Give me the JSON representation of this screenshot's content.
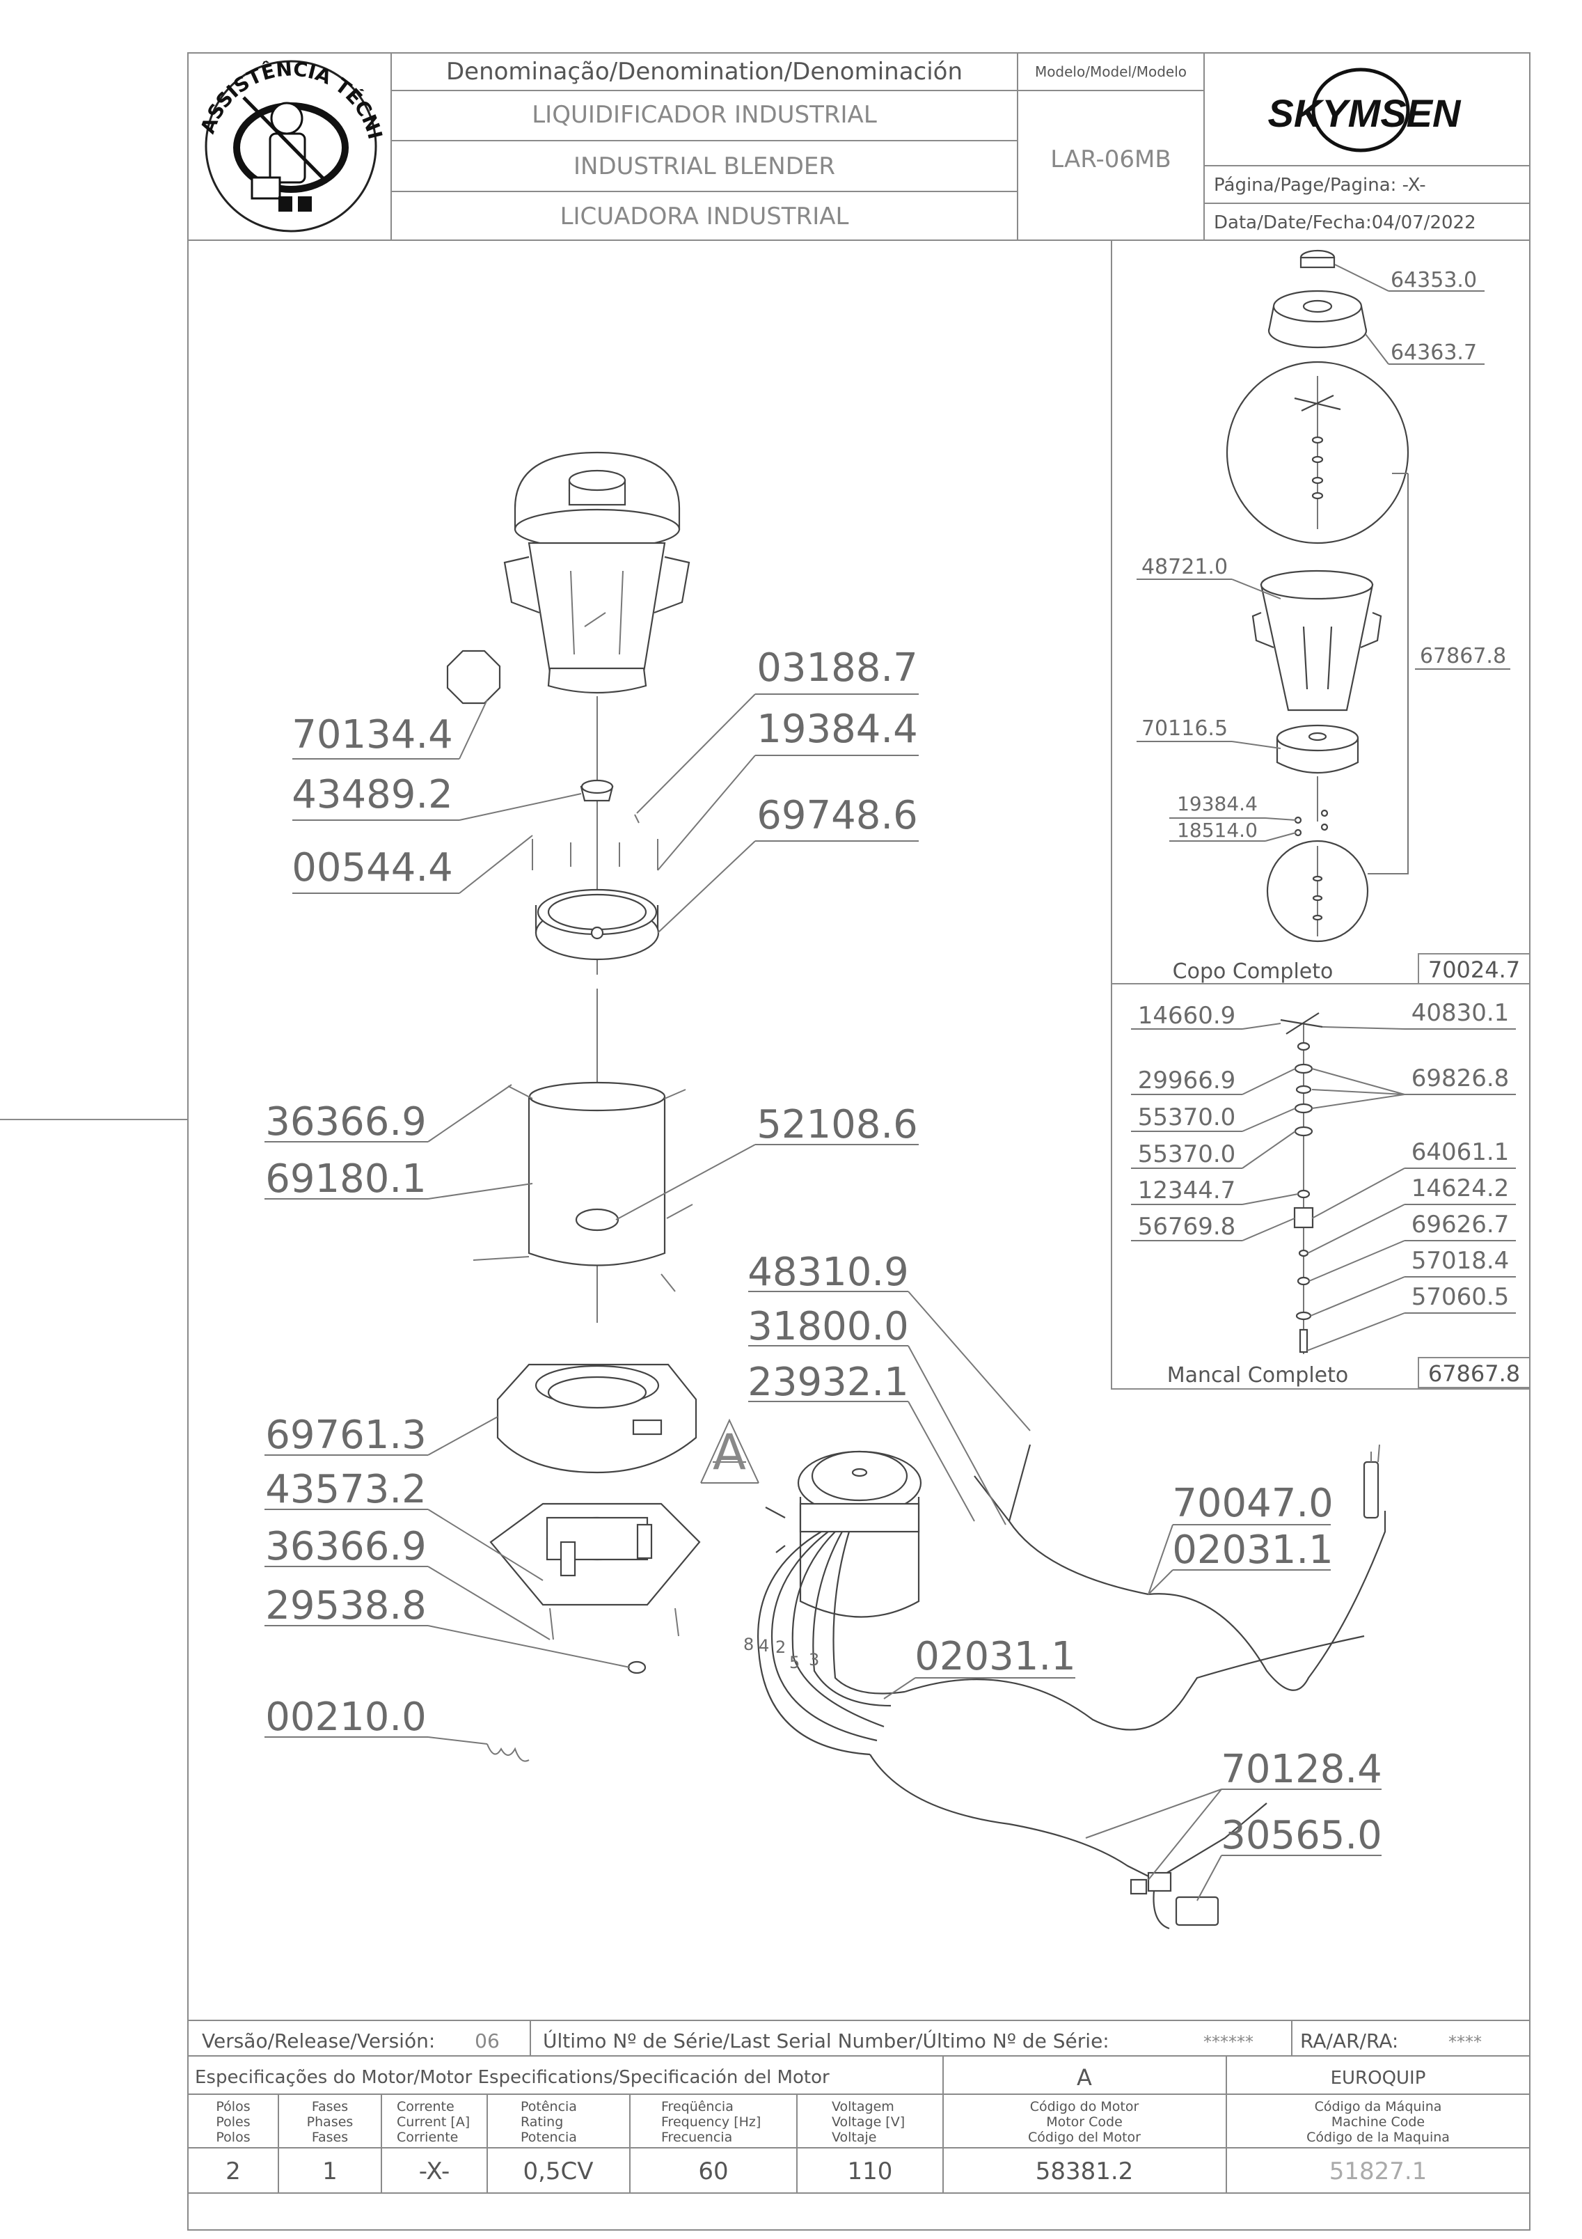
{
  "header": {
    "logo_text": "ASSISTÊNCIA TÉCNICA AUTORIZADA",
    "denomination_label": "Denominação/Denomination/Denominación",
    "names": [
      "LIQUIDIFICADOR INDUSTRIAL",
      "INDUSTRIAL BLENDER",
      "LICUADORA INDUSTRIAL"
    ],
    "model_label": "Modelo/Model/Modelo",
    "model": "LAR-06MB",
    "brand": "SKYMSEN",
    "page_label": "Página/Page/Pagina:",
    "page_value": "-X-",
    "date_label": "Data/Date/Fecha:",
    "date_value": "04/07/2022"
  },
  "main_parts": {
    "p70134": "70134.4",
    "p03188": "03188.7",
    "p43489": "43489.2",
    "p19384": "19384.4",
    "p69748": "69748.6",
    "p00544": "00544.4",
    "p36366a": "36366.9",
    "p69180": "69180.1",
    "p52108": "52108.6",
    "p48310": "48310.9",
    "p31800": "31800.0",
    "p23932": "23932.1",
    "p69761": "69761.3",
    "p43573": "43573.2",
    "p36366b": "36366.9",
    "p29538": "29538.8",
    "p00210": "00210.0",
    "p70047": "70047.0",
    "p02031a": "02031.1",
    "p02031b": "02031.1",
    "p70128": "70128.4",
    "p30565": "30565.0",
    "detail_letter": "A",
    "wire_numbers": [
      "8",
      "4",
      "2",
      "5",
      "3"
    ]
  },
  "copo": {
    "p64353": "64353.0",
    "p64363": "64363.7",
    "p48721": "48721.0",
    "p67867": "67867.8",
    "p70116": "70116.5",
    "p19384": "19384.4",
    "p18514": "18514.0",
    "title": "Copo Completo",
    "code": "70024.7"
  },
  "mancal": {
    "p14660": "14660.9",
    "p40830": "40830.1",
    "p29966": "29966.9",
    "p69826": "69826.8",
    "p55370a": "55370.0",
    "p55370b": "55370.0",
    "p64061": "64061.1",
    "p12344": "12344.7",
    "p14624": "14624.2",
    "p56769": "56769.8",
    "p69626": "69626.7",
    "p57018": "57018.4",
    "p57060": "57060.5",
    "title": "Mancal Completo",
    "code": "67867.8"
  },
  "release": {
    "label": "Versão/Release/Versión:",
    "version": "06",
    "serial_label": "Último Nº de Série/Last Serial Number/Último Nº de Série:",
    "serial_value": "******",
    "ra_label": "RA/AR/RA:",
    "ra_value": "****"
  },
  "motor": {
    "spec_label": "Especificações do Motor/Motor Especifications/Specificación del Motor",
    "motor_letter": "A",
    "supplier": "EUROQUIP",
    "columns": [
      {
        "h1": "Pólos",
        "h2": "Poles",
        "h3": "Polos",
        "value": "2"
      },
      {
        "h1": "Fases",
        "h2": "Phases",
        "h3": "Fases",
        "value": "1"
      },
      {
        "h1": "Corrente",
        "h2": "Current [A]",
        "h3": "Corriente",
        "value": "-X-"
      },
      {
        "h1": "Potência",
        "h2": "Rating",
        "h3": "Potencia",
        "value": "0,5CV"
      },
      {
        "h1": "Freqüência",
        "h2": "Frequency [Hz]",
        "h3": "Frecuencia",
        "value": "60"
      },
      {
        "h1": "Voltagem",
        "h2": "Voltage [V]",
        "h3": "Voltaje",
        "value": "110"
      },
      {
        "h1": "Código do Motor",
        "h2": "Motor Code",
        "h3": "Código del Motor",
        "value": "58381.2"
      },
      {
        "h1": "Código da Máquina",
        "h2": "Machine Code",
        "h3": "Código de la Maquina",
        "value": "51827.1"
      }
    ]
  }
}
